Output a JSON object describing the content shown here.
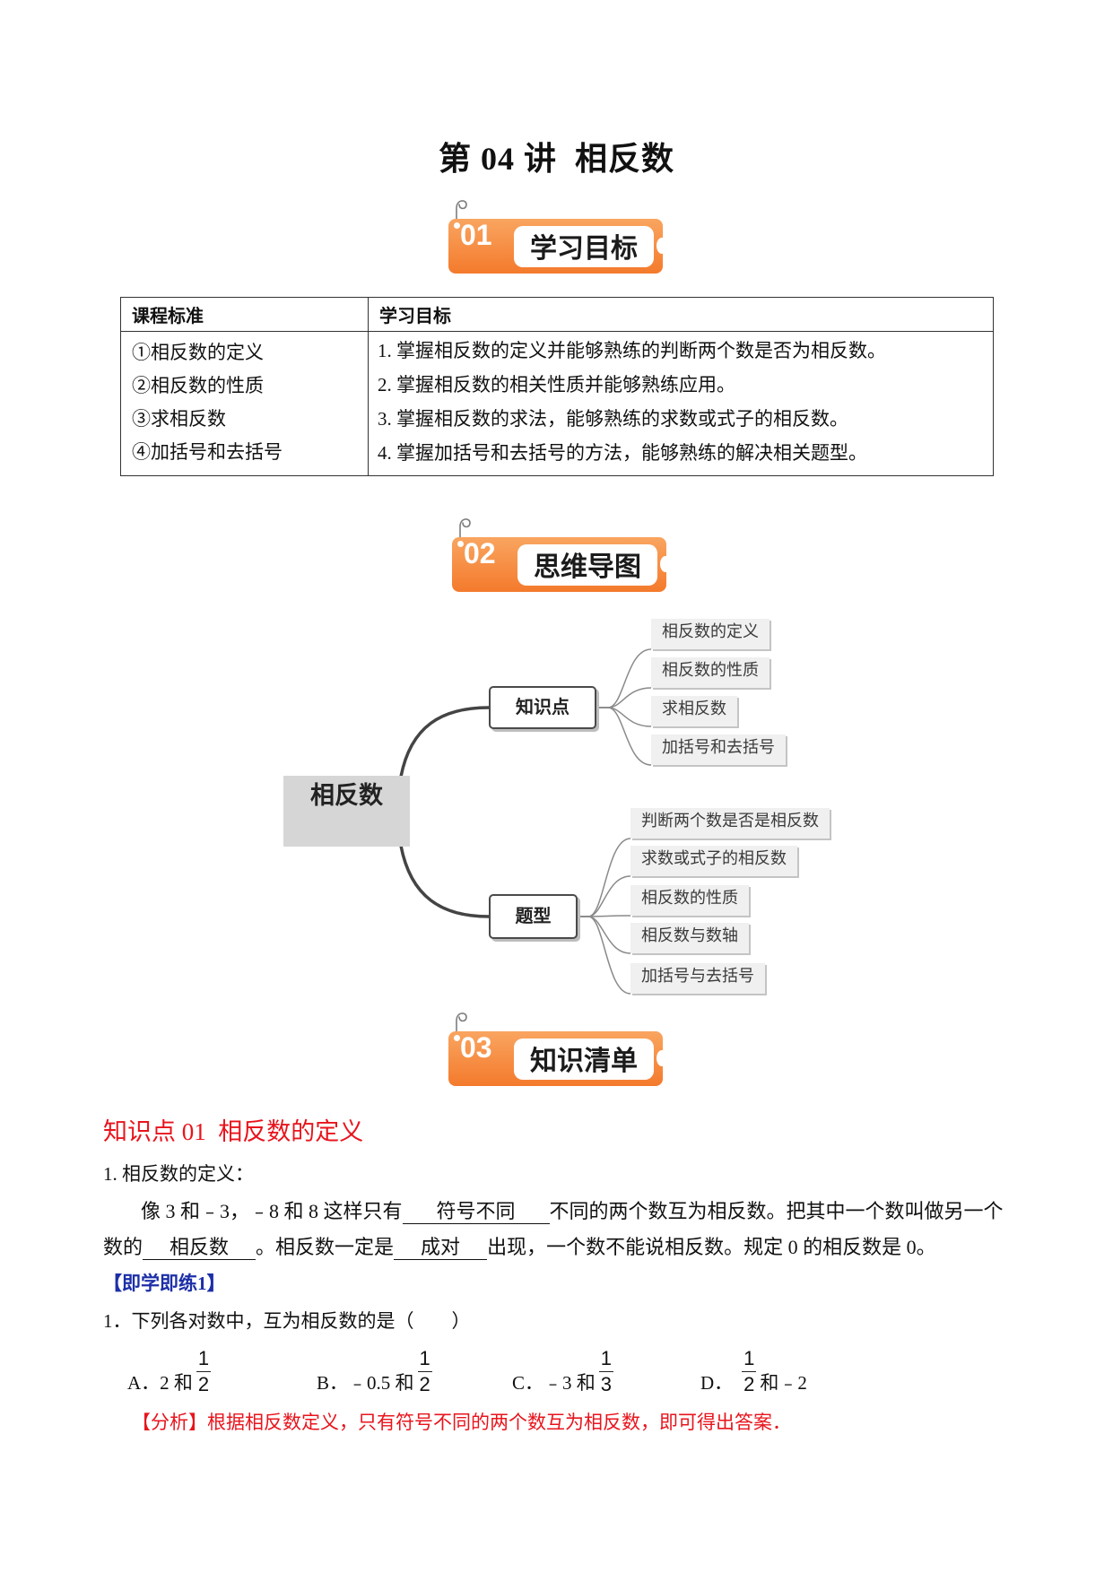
{
  "title": "第 04 讲  相反数",
  "colors": {
    "badge_orange": "#f47a2c",
    "heading_red": "#e8141c",
    "practice_blue": "#1c2fa8",
    "mindmap_root_fill": "#d6d6d6"
  },
  "icons": {
    "badge_hook": "hook-icon"
  },
  "sections": [
    {
      "num": "01",
      "label": "学习目标"
    },
    {
      "num": "02",
      "label": "思维导图"
    },
    {
      "num": "03",
      "label": "知识清单"
    }
  ],
  "objectives_table": {
    "headers": [
      "课程标准",
      "学习目标"
    ],
    "standards": [
      "①相反数的定义",
      "②相反数的性质",
      "③求相反数",
      "④加括号和去括号"
    ],
    "goals": [
      "1. 掌握相反数的定义并能够熟练的判断两个数是否为相反数。",
      "2. 掌握相反数的相关性质并能够熟练应用。",
      "3. 掌握相反数的求法，能够熟练的求数或式子的相反数。",
      "4. 掌握加括号和去括号的方法，能够熟练的解决相关题型。"
    ]
  },
  "mindmap": {
    "root": "相反数",
    "branches": [
      {
        "label": "知识点",
        "leaves": [
          "相反数的定义",
          "相反数的性质",
          "求相反数",
          "加括号和去括号"
        ]
      },
      {
        "label": "题型",
        "leaves": [
          "判断两个数是否是相反数",
          "求数或式子的相反数",
          "相反数的性质",
          "相反数与数轴",
          "加括号与去括号"
        ]
      }
    ]
  },
  "knowledge_point": {
    "heading": "知识点 01  相反数的定义",
    "definition_label": "1. 相反数的定义：",
    "line1": {
      "before": "像 3 和﹣3，﹣8 和 8 这样只有",
      "blank": "符号不同",
      "after": "不同的两个数互为相反数。把其中一个数叫做另一个"
    },
    "line2": {
      "before": "数的",
      "blank_a": "相反数",
      "middle": "。相反数一定是",
      "blank_b": "成对",
      "after": "出现，一个数不能说相反数。规定 0 的相反数是 0。"
    }
  },
  "practice": {
    "title": "【即学即练1】",
    "question": "1．下列各对数中，互为相反数的是（　　）",
    "options": [
      {
        "letter": "A．",
        "before": "2 和",
        "numerator": "1",
        "denominator": "2"
      },
      {
        "letter": "B．",
        "before": "﹣0.5 和",
        "numerator": "1",
        "denominator": "2"
      },
      {
        "letter": "C．",
        "before": "﹣3 和",
        "numerator": "1",
        "denominator": "3"
      },
      {
        "letter": "D．",
        "numerator": "1",
        "denominator": "2",
        "after": "和﹣2"
      }
    ],
    "analysis": "【分析】根据相反数定义，只有符号不同的两个数互为相反数，即可得出答案．"
  }
}
